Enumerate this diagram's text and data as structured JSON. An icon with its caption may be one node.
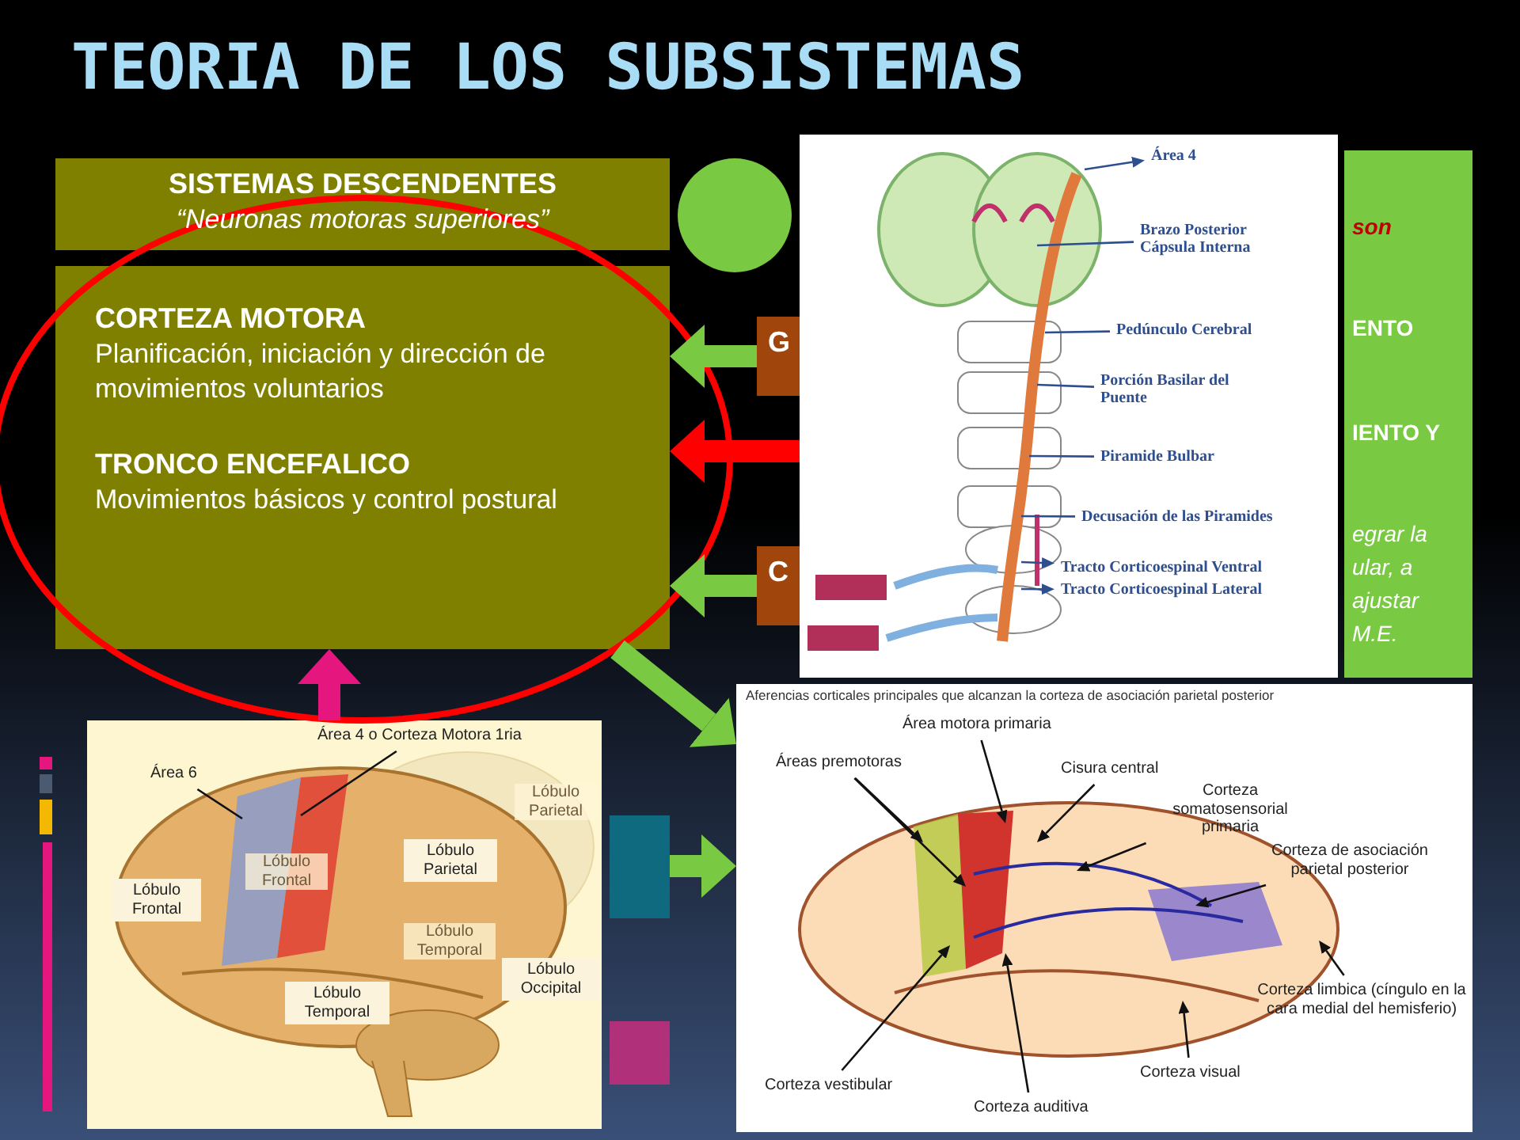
{
  "diagram": {
    "title": "TEORIA DE LOS SUBSISTEMAS",
    "nodes": [
      {
        "text": [
          "SISTEMAS DESCENDENTES",
          "“Neuronas motoras superiores”"
        ]
      },
      {
        "text": [
          "CORTEZA MOTORA",
          "Planificación, iniciación y dirección de movimientos voluntarios",
          "TRONCO ENCEFALICO",
          "Movimientos básicos y control postural"
        ]
      },
      {
        "text": [],
        "shape": "circle"
      },
      {
        "text": [
          "G"
        ]
      },
      {
        "text": [
          "C"
        ]
      },
      {
        "text": [
          "son",
          "ENTO",
          "IENTO Y",
          "egrar la ular, a ajustar M.E."
        ]
      },
      {
        "text": [],
        "shape": "bar"
      },
      {
        "text": [],
        "shape": "bar"
      },
      {
        "text": [],
        "shape": "picture"
      },
      {
        "text": [
          "Área 4"
        ],
        "in": 8
      },
      {
        "text": [
          "Brazo Posterior Cápsula Interna"
        ],
        "in": 8
      },
      {
        "text": [
          "Pedúnculo Cerebral"
        ],
        "in": 8
      },
      {
        "text": [
          "Porción Basilar del Puente"
        ],
        "in": 8
      },
      {
        "text": [
          "Piramide Bulbar"
        ],
        "in": 8
      },
      {
        "text": [
          "Decusación de las Piramides"
        ],
        "in": 8
      },
      {
        "text": [
          "Tracto Corticoespinal Ventral"
        ],
        "in": 8
      },
      {
        "text": [
          "Tracto Corticoespinal Lateral"
        ],
        "in": 8
      },
      {
        "text": [],
        "shape": "picture"
      },
      {
        "text": [
          "Área 4 o Corteza Motora 1ria"
        ],
        "in": 17
      },
      {
        "text": [
          "Área 6"
        ],
        "in": 17
      },
      {
        "text": [
          "Lóbulo Frontal"
        ],
        "in": 17
      },
      {
        "text": [
          "Lóbulo Parietal"
        ],
        "in": 17
      },
      {
        "text": [
          "Lóbulo Temporal"
        ],
        "in": 17
      },
      {
        "text": [
          "Lóbulo Occipital"
        ],
        "in": 17
      },
      {
        "text": [
          "Aferencias corticales principales que alcanzan la corteza de asociación parietal posterior"
        ]
      },
      {
        "text": [
          "Área motora primaria"
        ],
        "in": 24
      },
      {
        "text": [
          "Áreas premotoras"
        ],
        "in": 24
      },
      {
        "text": [
          "Cisura central"
        ],
        "in": 24
      },
      {
        "text": [
          "Corteza somatosensorial primaria"
        ],
        "in": 24
      },
      {
        "text": [
          "Corteza de asociación parietal posterior"
        ],
        "in": 24
      },
      {
        "text": [
          "Corteza limbica (cíngulo en la cara medial del hemisferio)"
        ],
        "in": 24
      },
      {
        "text": [
          "Corteza visual"
        ],
        "in": 24
      },
      {
        "text": [
          "Corteza auditiva"
        ],
        "in": 24
      },
      {
        "text": [
          "Corteza vestibular"
        ],
        "in": 24
      }
    ],
    "edges": [
      {
        "from": 3,
        "to": 1,
        "arrow": "to",
        "style": "thick",
        "color": "#7ac943"
      },
      {
        "from": 8,
        "to": 1,
        "arrow": "to",
        "style": "thick",
        "color": "#ff0000"
      },
      {
        "from": 4,
        "to": 1,
        "arrow": "to",
        "style": "thick",
        "color": "#7ac943"
      },
      {
        "from": 17,
        "to": 1,
        "arrow": "to",
        "style": "thick",
        "color": "#e5177e"
      },
      {
        "from": 1,
        "to": 24,
        "arrow": "to",
        "style": "thick",
        "color": "#7ac943"
      },
      {
        "from": 6,
        "to": 24,
        "arrow": "to",
        "style": "thick",
        "color": "#7ac943"
      },
      {
        "from": null,
        "to": 9,
        "arrow": "to",
        "color": "#2e4f8f"
      },
      {
        "from": 10,
        "to": null,
        "arrow": "none",
        "color": "#2e4f8f"
      },
      {
        "from": 11,
        "to": null,
        "arrow": "none",
        "color": "#2e4f8f"
      },
      {
        "from": 12,
        "to": null,
        "arrow": "none",
        "color": "#2e4f8f"
      },
      {
        "from": 13,
        "to": null,
        "arrow": "none",
        "color": "#2e4f8f"
      },
      {
        "from": 14,
        "to": null,
        "arrow": "none",
        "color": "#2e4f8f"
      },
      {
        "from": null,
        "to": 15,
        "arrow": "to",
        "color": "#2e4f8f"
      },
      {
        "from": null,
        "to": 16,
        "arrow": "to",
        "color": "#2e4f8f"
      },
      {
        "from": 18,
        "to": null,
        "arrow": "none"
      },
      {
        "from": 19,
        "to": null,
        "arrow": "none"
      },
      {
        "from": 25,
        "to": null,
        "arrow": "to"
      },
      {
        "from": 26,
        "to": null,
        "arrow": "to"
      },
      {
        "from": 26,
        "to": null,
        "arrow": "to"
      },
      {
        "from": 27,
        "to": null,
        "arrow": "to"
      },
      {
        "from": 28,
        "to": null,
        "arrow": "to"
      },
      {
        "from": 29,
        "to": null,
        "arrow": "to"
      },
      {
        "from": 30,
        "to": null,
        "arrow": "to"
      },
      {
        "from": 31,
        "to": null,
        "arrow": "to"
      },
      {
        "from": 32,
        "to": null,
        "arrow": "to"
      },
      {
        "from": 33,
        "to": null,
        "arrow": "to"
      }
    ],
    "labels": [
      "Lóbulo Parietal",
      "Lóbulo Frontal",
      "Lóbulo Temporal"
    ]
  }
}
